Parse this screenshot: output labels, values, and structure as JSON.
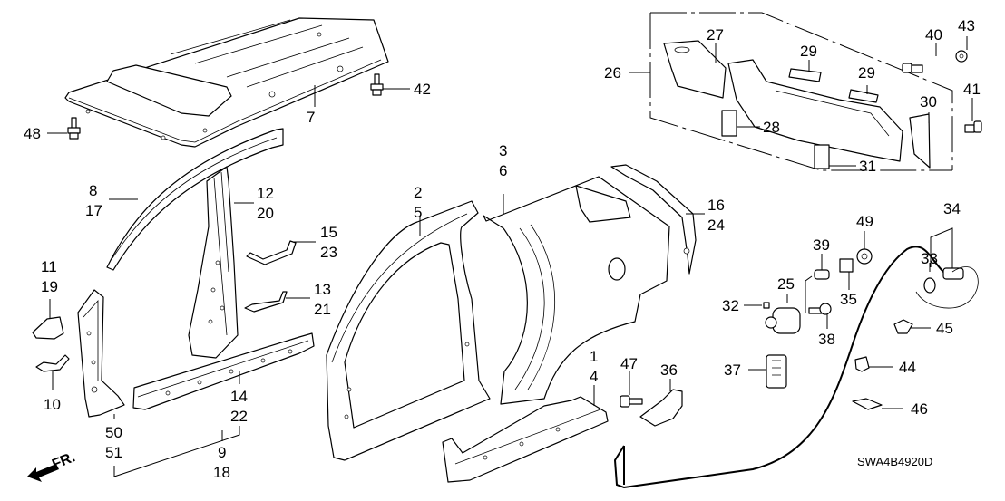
{
  "diagram": {
    "title": "Outer Panel / Roof Panel / Fuel Lid parts diagram",
    "drawing_code": "SWA4B4920D",
    "direction_indicator": "FR.",
    "callouts": [
      {
        "id": "c1",
        "text": "1"
      },
      {
        "id": "c4",
        "text": "4"
      },
      {
        "id": "c2",
        "text": "2"
      },
      {
        "id": "c5",
        "text": "5"
      },
      {
        "id": "c3",
        "text": "3"
      },
      {
        "id": "c6",
        "text": "6"
      },
      {
        "id": "c7",
        "text": "7"
      },
      {
        "id": "c8",
        "text": "8"
      },
      {
        "id": "c17",
        "text": "17"
      },
      {
        "id": "c9",
        "text": "9"
      },
      {
        "id": "c18",
        "text": "18"
      },
      {
        "id": "c10",
        "text": "10"
      },
      {
        "id": "c11",
        "text": "11"
      },
      {
        "id": "c19",
        "text": "19"
      },
      {
        "id": "c12",
        "text": "12"
      },
      {
        "id": "c20",
        "text": "20"
      },
      {
        "id": "c13",
        "text": "13"
      },
      {
        "id": "c21",
        "text": "21"
      },
      {
        "id": "c14",
        "text": "14"
      },
      {
        "id": "c22",
        "text": "22"
      },
      {
        "id": "c15",
        "text": "15"
      },
      {
        "id": "c23",
        "text": "23"
      },
      {
        "id": "c16",
        "text": "16"
      },
      {
        "id": "c24",
        "text": "24"
      },
      {
        "id": "c25",
        "text": "25"
      },
      {
        "id": "c26",
        "text": "26"
      },
      {
        "id": "c27",
        "text": "27"
      },
      {
        "id": "c28",
        "text": "28"
      },
      {
        "id": "c29a",
        "text": "29"
      },
      {
        "id": "c29b",
        "text": "29"
      },
      {
        "id": "c30",
        "text": "30"
      },
      {
        "id": "c31",
        "text": "31"
      },
      {
        "id": "c32",
        "text": "32"
      },
      {
        "id": "c33",
        "text": "33"
      },
      {
        "id": "c34",
        "text": "34"
      },
      {
        "id": "c35",
        "text": "35"
      },
      {
        "id": "c36",
        "text": "36"
      },
      {
        "id": "c37",
        "text": "37"
      },
      {
        "id": "c38",
        "text": "38"
      },
      {
        "id": "c39",
        "text": "39"
      },
      {
        "id": "c40",
        "text": "40"
      },
      {
        "id": "c41",
        "text": "41"
      },
      {
        "id": "c42",
        "text": "42"
      },
      {
        "id": "c43",
        "text": "43"
      },
      {
        "id": "c44",
        "text": "44"
      },
      {
        "id": "c45",
        "text": "45"
      },
      {
        "id": "c46",
        "text": "46"
      },
      {
        "id": "c47",
        "text": "47"
      },
      {
        "id": "c48",
        "text": "48"
      },
      {
        "id": "c50",
        "text": "50"
      },
      {
        "id": "c51",
        "text": "51"
      },
      {
        "id": "c49",
        "text": "49"
      }
    ]
  }
}
